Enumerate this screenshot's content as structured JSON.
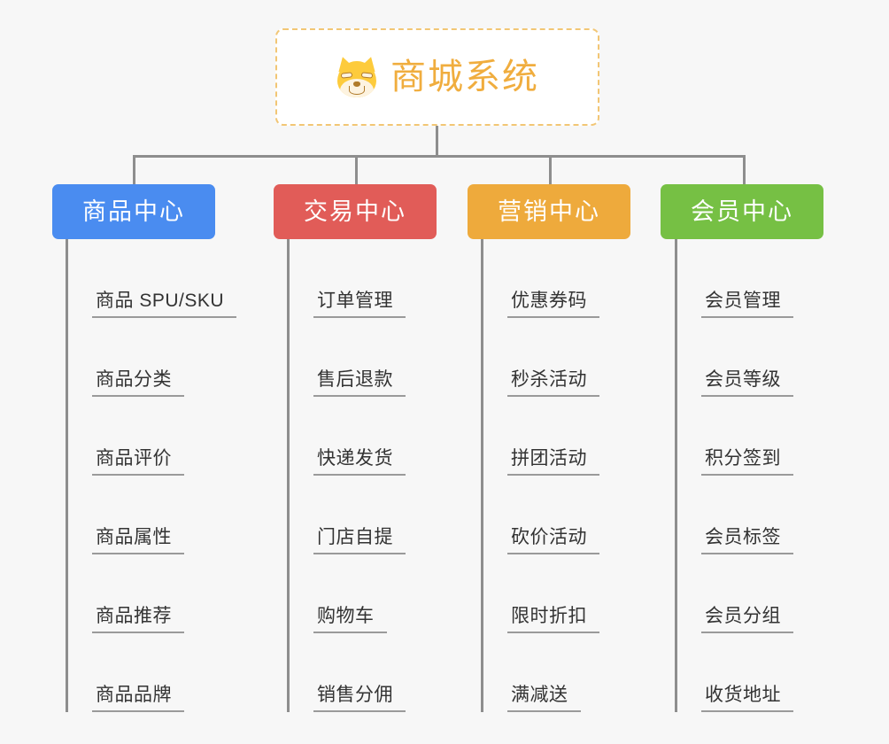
{
  "page": {
    "background_color": "#f7f7f7",
    "line_color": "#8e8e8e",
    "leaf_text_color": "#333333"
  },
  "root": {
    "title": "商城系统",
    "icon": "shiba-dog-face-icon",
    "text_color": "#f0ad3e",
    "border_color": "#f2c675",
    "background_color": "#ffffff"
  },
  "branches": [
    {
      "id": "product-center",
      "label": "商品中心",
      "color": "#4a8cf0",
      "leaves": [
        {
          "label": "商品 SPU/SKU"
        },
        {
          "label": "商品分类"
        },
        {
          "label": "商品评价"
        },
        {
          "label": "商品属性"
        },
        {
          "label": "商品推荐"
        },
        {
          "label": "商品品牌"
        }
      ]
    },
    {
      "id": "trade-center",
      "label": "交易中心",
      "color": "#e15c58",
      "leaves": [
        {
          "label": "订单管理"
        },
        {
          "label": "售后退款"
        },
        {
          "label": "快递发货"
        },
        {
          "label": "门店自提"
        },
        {
          "label": "购物车"
        },
        {
          "label": "销售分佣"
        }
      ]
    },
    {
      "id": "marketing-center",
      "label": "营销中心",
      "color": "#eeaa3c",
      "leaves": [
        {
          "label": "优惠券码"
        },
        {
          "label": "秒杀活动"
        },
        {
          "label": "拼团活动"
        },
        {
          "label": "砍价活动"
        },
        {
          "label": "限时折扣"
        },
        {
          "label": "满减送"
        }
      ]
    },
    {
      "id": "member-center",
      "label": "会员中心",
      "color": "#76c044",
      "leaves": [
        {
          "label": "会员管理"
        },
        {
          "label": "会员等级"
        },
        {
          "label": "积分签到"
        },
        {
          "label": "会员标签"
        },
        {
          "label": "会员分组"
        },
        {
          "label": "收货地址"
        }
      ]
    }
  ]
}
